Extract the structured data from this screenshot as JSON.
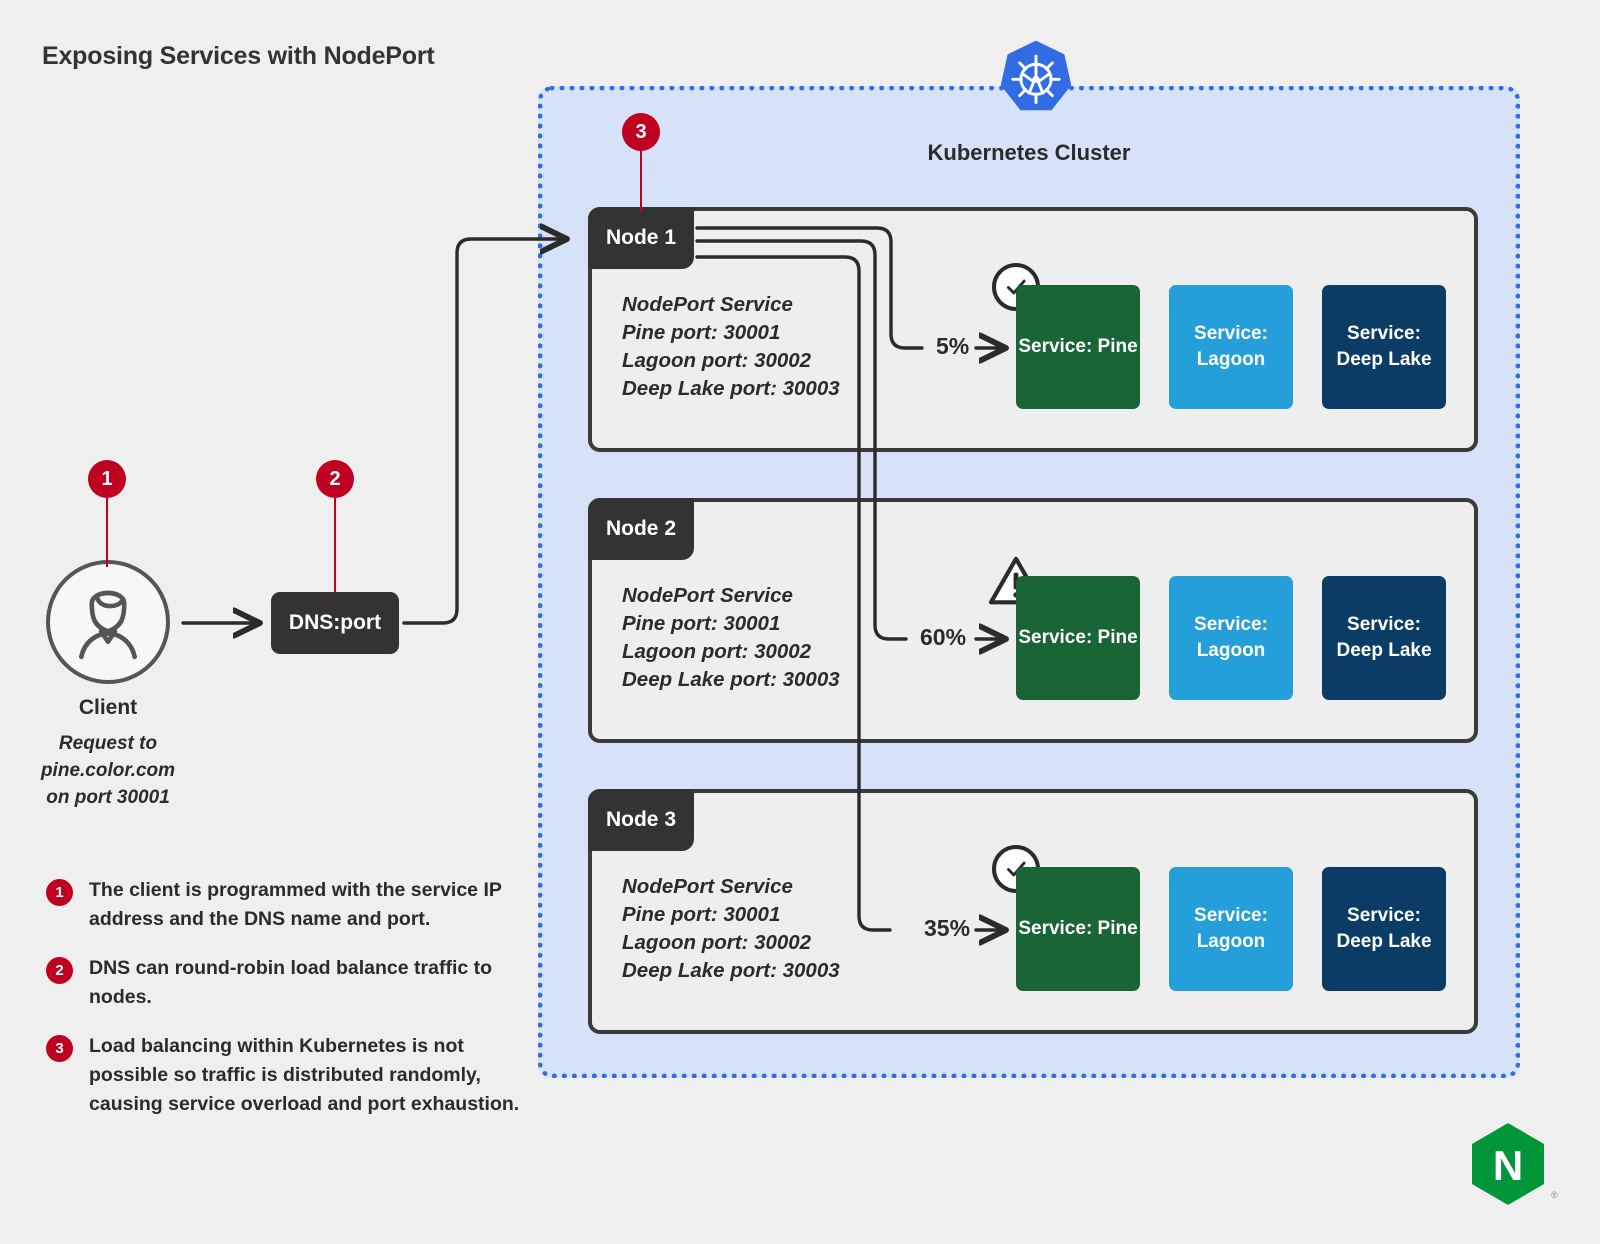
{
  "page": {
    "title": "Exposing Services with NodePort",
    "background": "#f0efef"
  },
  "colors": {
    "accent_red": "#c00020",
    "cluster_fill": "#d6e2f8",
    "cluster_border": "#2f6ede",
    "node_fill": "#efeeee",
    "node_border": "#3a3a3a",
    "tab_dark": "#333333",
    "service_pine": "#1a6536",
    "service_lagoon": "#249fd9",
    "service_deeplake": "#0b3c66",
    "nginx_green": "#009639",
    "k8s_blue": "#326ce5"
  },
  "cluster": {
    "title": "Kubernetes Cluster",
    "logo_icon": "kubernetes-helm-icon"
  },
  "client": {
    "avatar_icon": "user-avatar-icon",
    "label": "Client",
    "request": "Request to\npine.color.com\non port 30001"
  },
  "dns": {
    "label": "DNS:port"
  },
  "markers": [
    {
      "id": "1",
      "label": "1"
    },
    {
      "id": "2",
      "label": "2"
    },
    {
      "id": "3",
      "label": "3"
    }
  ],
  "nodes": [
    {
      "title": "Node 1",
      "info": "NodePort Service\nPine port: 30001\nLagoon port: 30002\nDeep Lake port: 30003",
      "traffic_pct": "5%",
      "status": "ok",
      "status_icon": "check-circle-icon",
      "services": [
        {
          "label": "Service:\nPine",
          "color_key": "service_pine"
        },
        {
          "label": "Service:\nLagoon",
          "color_key": "service_lagoon"
        },
        {
          "label": "Service:\nDeep Lake",
          "color_key": "service_deeplake"
        }
      ]
    },
    {
      "title": "Node 2",
      "info": "NodePort Service\nPine port: 30001\nLagoon port: 30002\nDeep Lake port: 30003",
      "traffic_pct": "60%",
      "status": "warning",
      "status_icon": "warning-triangle-icon",
      "services": [
        {
          "label": "Service:\nPine",
          "color_key": "service_pine"
        },
        {
          "label": "Service:\nLagoon",
          "color_key": "service_lagoon"
        },
        {
          "label": "Service:\nDeep Lake",
          "color_key": "service_deeplake"
        }
      ]
    },
    {
      "title": "Node 3",
      "info": "NodePort Service\nPine port: 30001\nLagoon port: 30002\nDeep Lake port: 30003",
      "traffic_pct": "35%",
      "status": "ok",
      "status_icon": "check-circle-icon",
      "services": [
        {
          "label": "Service:\nPine",
          "color_key": "service_pine"
        },
        {
          "label": "Service:\nLagoon",
          "color_key": "service_lagoon"
        },
        {
          "label": "Service:\nDeep Lake",
          "color_key": "service_deeplake"
        }
      ]
    }
  ],
  "legend": [
    {
      "num": "1",
      "text": "The client is programmed with the service IP address and the DNS name and port."
    },
    {
      "num": "2",
      "text": "DNS can round-robin load balance traffic to nodes."
    },
    {
      "num": "3",
      "text": "Load balancing within Kubernetes is not possible so traffic is distributed randomly, causing service overload and port exhaustion."
    }
  ],
  "branding": {
    "logo_icon": "nginx-logo-icon",
    "logo_letter": "N",
    "registered_mark": "®"
  }
}
